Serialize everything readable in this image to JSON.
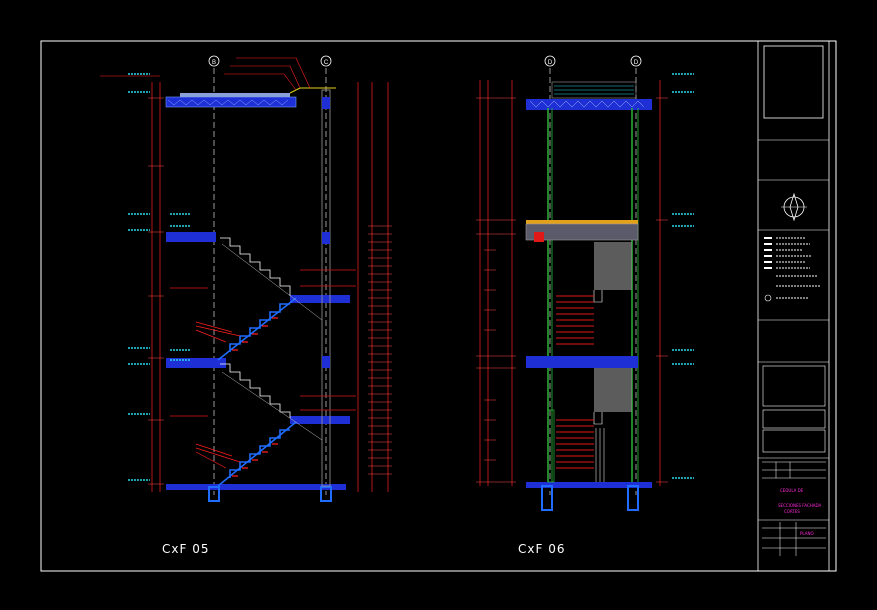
{
  "drawing": {
    "section_left_label": "CxF 05",
    "section_right_label": "CxF 06",
    "grid_axes_left": [
      "B",
      "C"
    ],
    "grid_axes_right": [
      "D",
      "D"
    ]
  },
  "colors": {
    "background": "#000000",
    "frame": "#ffffff",
    "slab": "#1f2fd6",
    "dimension": "#e01818",
    "annotation": "#ff1f1f",
    "cyan_text": "#27d8e8",
    "green_column": "#2fbf3a",
    "magenta_text": "#ff2ad8",
    "hatch_gray": "#8d8d8d",
    "accent_yellow": "#e2d21b"
  },
  "title_block": {
    "magenta_lines": [
      "CEDULA DE",
      "SECCIONES FACHADA",
      "CORTES"
    ],
    "stamp": "PLANO"
  }
}
